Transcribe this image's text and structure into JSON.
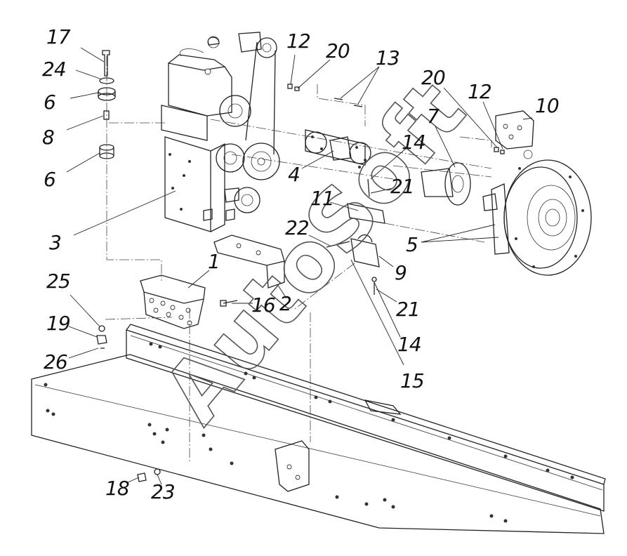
{
  "watermark": "AutoSoft",
  "callouts": [
    "17",
    "24",
    "6",
    "8",
    "6",
    "3",
    "12",
    "20",
    "13",
    "4",
    "20",
    "12",
    "10",
    "7",
    "14",
    "21",
    "11",
    "22",
    "5",
    "1",
    "2",
    "16",
    "9",
    "21",
    "14",
    "15",
    "25",
    "19",
    "26",
    "18",
    "23"
  ]
}
